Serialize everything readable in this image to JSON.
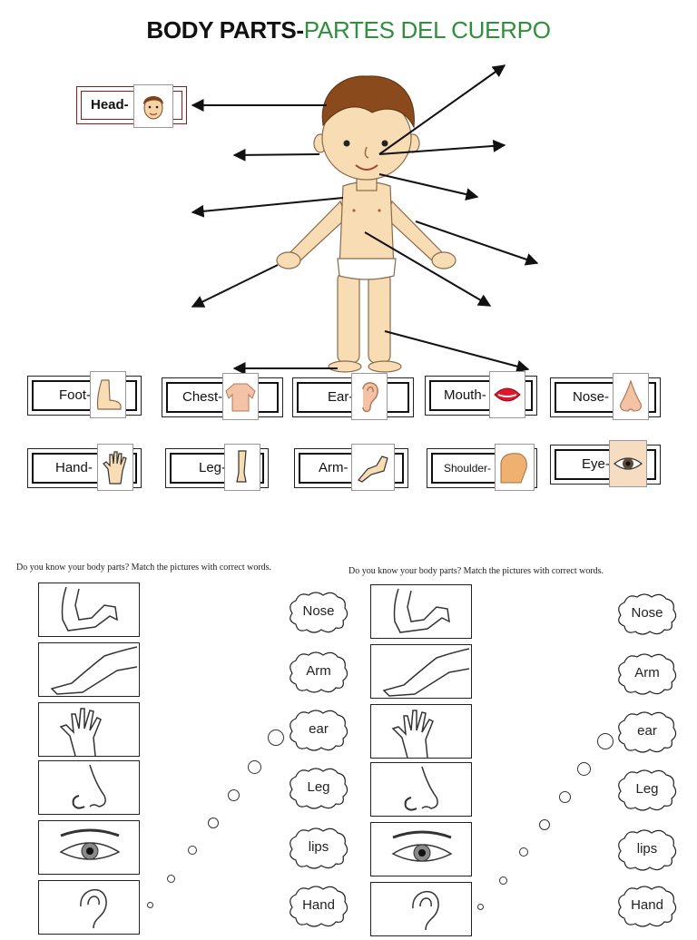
{
  "title": {
    "english": "BODY PARTS-",
    "spanish": "PARTES DEL CUERPO"
  },
  "head_label": "Head-",
  "cards": [
    {
      "label": "Foot-",
      "picture": "foot-icon"
    },
    {
      "label": "Chest-",
      "picture": "chest-icon"
    },
    {
      "label": "Ear-",
      "picture": "ear-icon"
    },
    {
      "label": "Mouth-",
      "picture": "mouth-icon"
    },
    {
      "label": "Nose-",
      "picture": "nose-icon"
    },
    {
      "label": "Hand-",
      "picture": "hand-icon"
    },
    {
      "label": "Leg-",
      "picture": "leg-icon"
    },
    {
      "label": "Arm-",
      "picture": "arm-icon"
    },
    {
      "label": "Shoulder-",
      "picture": "shoulder-icon"
    },
    {
      "label": "Eye-",
      "picture": "eye-icon"
    }
  ],
  "worksheet": {
    "instruction": "Do you know your body parts? Match the pictures with correct words.",
    "pictures": [
      "arm-icon",
      "leg-icon",
      "hand-icon",
      "nose-icon",
      "eye-icon",
      "ear-icon"
    ],
    "words": [
      "Nose",
      "Arm",
      "ear",
      "Leg",
      "lips",
      "Hand"
    ]
  },
  "colors": {
    "title_english": "#111111",
    "title_spanish": "#2f8f3a",
    "skin": "#f7dcb4",
    "hair": "#8a4a1c",
    "head_border": "#8b1a1a"
  }
}
